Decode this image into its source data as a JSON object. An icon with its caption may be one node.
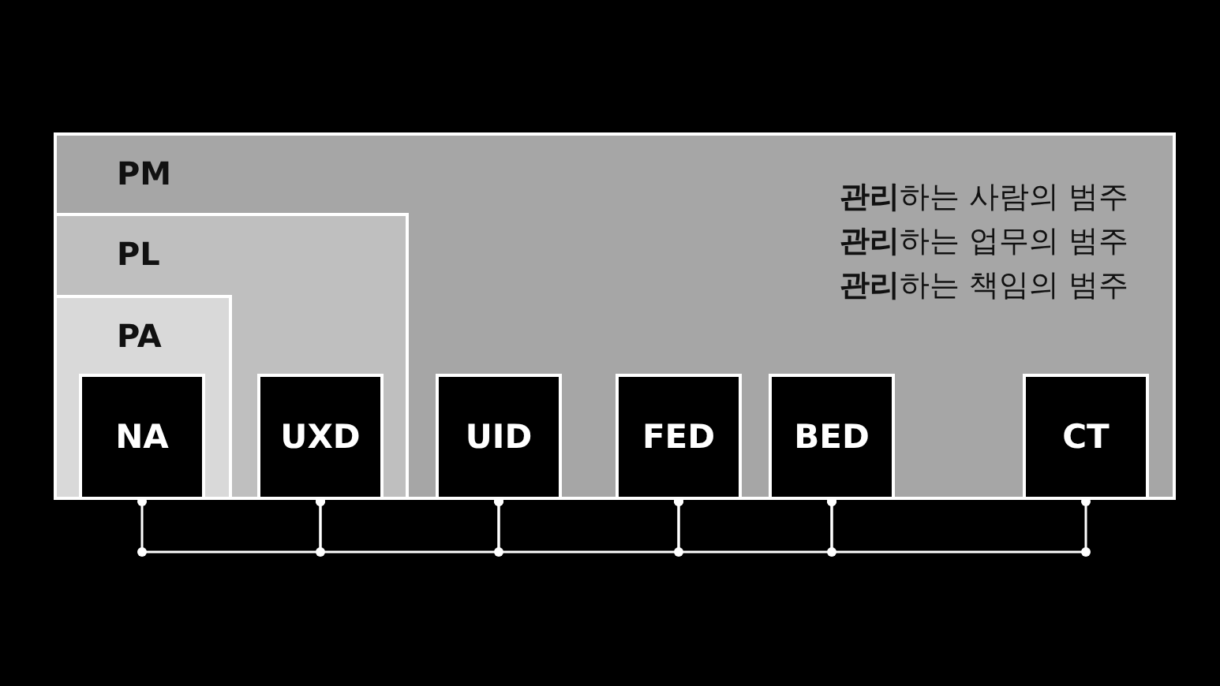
{
  "diagram": {
    "nodes": [
      {
        "text": [
          "PM",
          "**관리**하는 사람의 범주",
          "**관리**하는 업무의 범주",
          "**관리**하는 책임의 범주"
        ]
      },
      {
        "text": [
          "PL"
        ],
        "in": 0
      },
      {
        "text": [
          "PA"
        ],
        "in": 1
      },
      {
        "text": [
          "NA"
        ],
        "in": 2
      },
      {
        "text": [
          "UXD"
        ],
        "in": 1
      },
      {
        "text": [
          "UID"
        ],
        "in": 0
      },
      {
        "text": [
          "FED"
        ],
        "in": 0
      },
      {
        "text": [
          "BED"
        ],
        "in": 0
      },
      {
        "text": [
          "CT"
        ],
        "in": 0
      }
    ],
    "edges": [
      {
        "from": 3,
        "to": 4,
        "arrow": "other"
      },
      {
        "from": 4,
        "to": 5,
        "arrow": "other"
      },
      {
        "from": 5,
        "to": 6,
        "arrow": "other"
      },
      {
        "from": 6,
        "to": 7,
        "arrow": "other"
      },
      {
        "from": 7,
        "to": 8,
        "arrow": "other"
      }
    ]
  }
}
